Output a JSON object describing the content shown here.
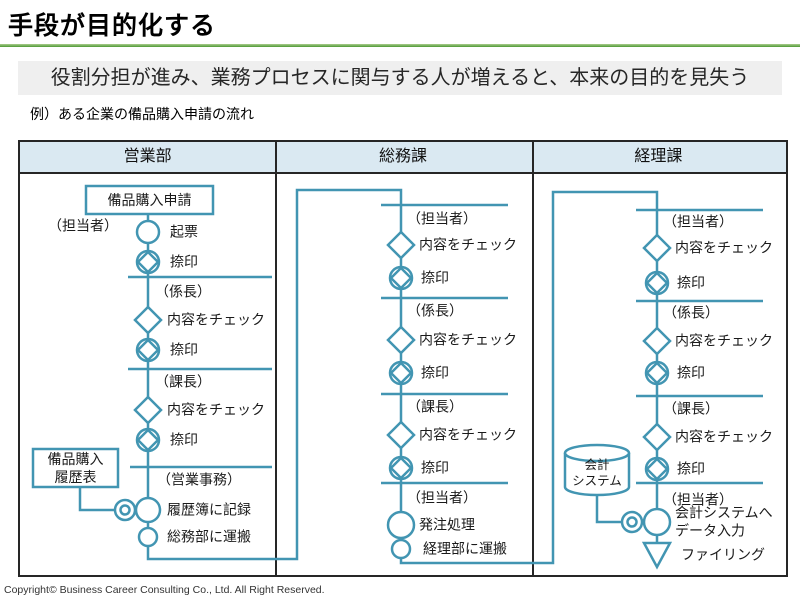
{
  "slide": {
    "title": "手段が目的化する",
    "message": "役割分担が進み、業務プロセスに関与する人が増えると、本来の目的を見失う",
    "caption": "例）ある企業の備品購入申請の流れ",
    "copyright": "Copyright© Business Career Consulting Co., Ltd.   All Right Reserved."
  },
  "colors": {
    "accent_green": "#4e9a35",
    "flow_teal": "#4295b2",
    "lane_header_fill": "#dae9f2",
    "message_fill": "#efefef",
    "table_border": "#262626"
  },
  "lane_sales": {
    "header": "営業部",
    "request_doc": "備品購入申請",
    "role_staff": "（担当者）",
    "step_draft": "起票",
    "stamp": "捺印",
    "role_chief": "（係長）",
    "step_check": "内容をチェック",
    "role_manager": "（課長）",
    "history_doc_line1": "備品購入",
    "history_doc_line2": "履歴表",
    "role_clerk": "（営業事務）",
    "step_record": "履歴簿に記録",
    "step_carry": "総務部に運搬"
  },
  "lane_general": {
    "header": "総務課",
    "role_staff": "（担当者）",
    "step_check": "内容をチェック",
    "stamp": "捺印",
    "role_chief": "（係長）",
    "role_manager": "（課長）",
    "step_order": "発注処理",
    "step_carry": "経理部に運搬"
  },
  "lane_accounting": {
    "header": "経理課",
    "role_staff": "（担当者）",
    "step_check": "内容をチェック",
    "stamp": "捺印",
    "role_chief": "（係長）",
    "role_manager": "（課長）",
    "db_line1": "会計",
    "db_line2": "システム",
    "step_input_line1": "会計システムへ",
    "step_input_line2": "データ入力",
    "step_filing": "ファイリング"
  }
}
